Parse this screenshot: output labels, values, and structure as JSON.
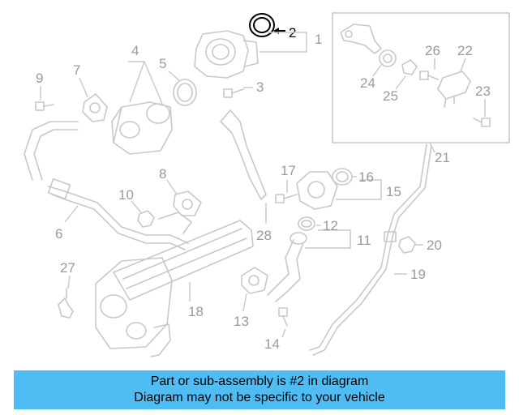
{
  "diagram": {
    "highlighted_part": "2",
    "labels": [
      "1",
      "2",
      "3",
      "4",
      "5",
      "6",
      "7",
      "8",
      "9",
      "10",
      "11",
      "12",
      "13",
      "14",
      "15",
      "16",
      "17",
      "18",
      "19",
      "20",
      "21",
      "22",
      "23",
      "24",
      "25",
      "26",
      "27",
      "28"
    ]
  },
  "colors": {
    "banner_bg": "#4fbdf4",
    "part_line": "#c8c8c8",
    "label_text": "#9a9a9a",
    "highlight": "#000000"
  },
  "banner": {
    "line1": "Part or sub-assembly is #2 in diagram",
    "line2": "Diagram may not be specific to your vehicle"
  }
}
